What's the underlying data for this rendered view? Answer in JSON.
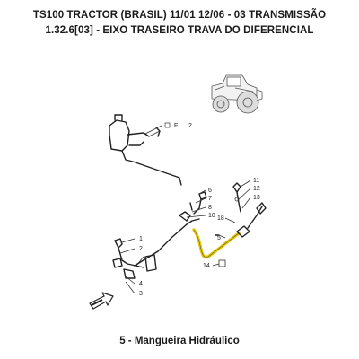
{
  "header": {
    "line1": "TS100 TRACTOR (BRASIL) 11/01 12/06 - 03 TRANSMISSÃO",
    "line2": "1.32.6[03] - EIXO TRASEIRO TRAVA DO DIFERENCIAL"
  },
  "caption": "5 - Mangueira Hidráulico",
  "highlight_color": "#e8c800",
  "callouts": {
    "c1": "1",
    "c2": "2",
    "c3": "3",
    "c4": "4",
    "c5": "5",
    "c6": "6",
    "c7": "7",
    "c8": "8",
    "c10": "10",
    "c11": "11",
    "c12": "12",
    "c13": "13",
    "c14": "14",
    "c18": "18",
    "f2": "2"
  },
  "icons": [
    "tractor-thumbnail-icon",
    "direction-arrow-icon"
  ]
}
